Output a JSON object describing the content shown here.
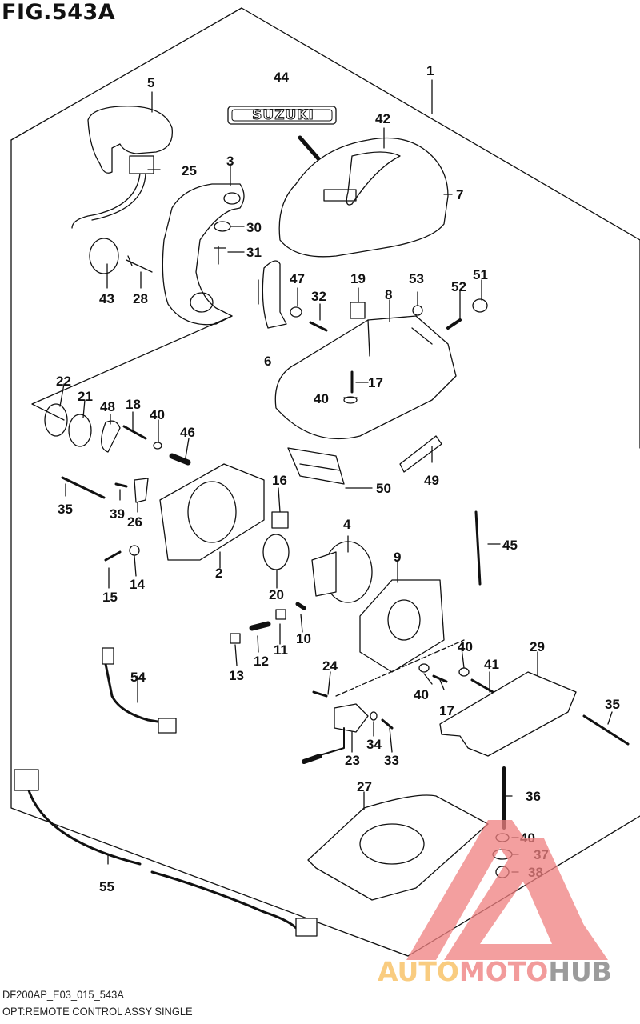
{
  "figure": {
    "title": "FIG.543A",
    "code": "DF200AP_E03_015_543A",
    "description": "OPT:REMOTE CONTROL ASSY SINGLE"
  },
  "emblem_text": "SUZUKI",
  "callouts": [
    {
      "id": "c1",
      "label": "1"
    },
    {
      "id": "c2",
      "label": "2"
    },
    {
      "id": "c3",
      "label": "3"
    },
    {
      "id": "c4",
      "label": "4"
    },
    {
      "id": "c5",
      "label": "5"
    },
    {
      "id": "c6",
      "label": "6"
    },
    {
      "id": "c7",
      "label": "7"
    },
    {
      "id": "c8",
      "label": "8"
    },
    {
      "id": "c9",
      "label": "9"
    },
    {
      "id": "c10",
      "label": "10"
    },
    {
      "id": "c11",
      "label": "11"
    },
    {
      "id": "c12",
      "label": "12"
    },
    {
      "id": "c13",
      "label": "13"
    },
    {
      "id": "c14",
      "label": "14"
    },
    {
      "id": "c15",
      "label": "15"
    },
    {
      "id": "c16",
      "label": "16"
    },
    {
      "id": "c17a",
      "label": "17"
    },
    {
      "id": "c17b",
      "label": "17"
    },
    {
      "id": "c18",
      "label": "18"
    },
    {
      "id": "c19",
      "label": "19"
    },
    {
      "id": "c20",
      "label": "20"
    },
    {
      "id": "c21",
      "label": "21"
    },
    {
      "id": "c22",
      "label": "22"
    },
    {
      "id": "c23",
      "label": "23"
    },
    {
      "id": "c24",
      "label": "24"
    },
    {
      "id": "c25",
      "label": "25"
    },
    {
      "id": "c26",
      "label": "26"
    },
    {
      "id": "c27",
      "label": "27"
    },
    {
      "id": "c28",
      "label": "28"
    },
    {
      "id": "c29",
      "label": "29"
    },
    {
      "id": "c30",
      "label": "30"
    },
    {
      "id": "c31",
      "label": "31"
    },
    {
      "id": "c32",
      "label": "32"
    },
    {
      "id": "c33",
      "label": "33"
    },
    {
      "id": "c34",
      "label": "34"
    },
    {
      "id": "c35a",
      "label": "35"
    },
    {
      "id": "c35b",
      "label": "35"
    },
    {
      "id": "c36",
      "label": "36"
    },
    {
      "id": "c37",
      "label": "37"
    },
    {
      "id": "c38",
      "label": "38"
    },
    {
      "id": "c39",
      "label": "39"
    },
    {
      "id": "c40a",
      "label": "40"
    },
    {
      "id": "c40b",
      "label": "40"
    },
    {
      "id": "c40c",
      "label": "40"
    },
    {
      "id": "c40d",
      "label": "40"
    },
    {
      "id": "c40e",
      "label": "40"
    },
    {
      "id": "c41",
      "label": "41"
    },
    {
      "id": "c42",
      "label": "42"
    },
    {
      "id": "c43",
      "label": "43"
    },
    {
      "id": "c44",
      "label": "44"
    },
    {
      "id": "c45",
      "label": "45"
    },
    {
      "id": "c46",
      "label": "46"
    },
    {
      "id": "c47",
      "label": "47"
    },
    {
      "id": "c48",
      "label": "48"
    },
    {
      "id": "c49",
      "label": "49"
    },
    {
      "id": "c50",
      "label": "50"
    },
    {
      "id": "c51",
      "label": "51"
    },
    {
      "id": "c52",
      "label": "52"
    },
    {
      "id": "c53",
      "label": "53"
    },
    {
      "id": "c54",
      "label": "54"
    },
    {
      "id": "c55",
      "label": "55"
    }
  ],
  "watermark": {
    "parts": [
      "AUTO",
      "MOTO",
      "HUB"
    ],
    "colors": {
      "auto": "#f9c46a",
      "moto": "#f08a8a",
      "hub": "#8a8a8a",
      "triangle": "#f08080"
    }
  }
}
